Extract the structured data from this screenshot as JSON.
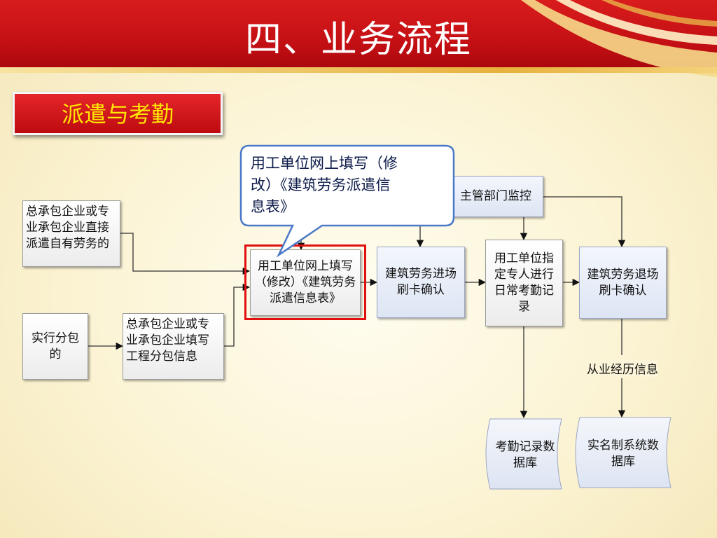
{
  "slide": {
    "title": "四、业务流程",
    "section_label": "派遣与考勤"
  },
  "callout": {
    "text_lines": [
      "用工单位网上填写（修",
      "改）《建筑劳务派遣信",
      "息表》"
    ]
  },
  "nodes": {
    "direct_dispatch": "总承包企业或专业承包企业直接派遣自有劳务的",
    "subcontract": "实行分包的",
    "fill_subcontract": "总承包企业或专业承包企业填写工程分包信息",
    "fill_dispatch_form": "用工单位网上填写（修改）《建筑劳务派遣信息表》",
    "supervision": "主管部门监控",
    "entry_card": "建筑劳务进场刷卡确认",
    "attendance_record": "用工单位指定专人进行日常考勤记录",
    "exit_card": "建筑劳务退场刷卡确认",
    "attendance_db": "考勤记录数据库",
    "realname_db": "实名制系统数据库"
  },
  "edge_labels": {
    "work_history": "从业经历信息"
  }
}
